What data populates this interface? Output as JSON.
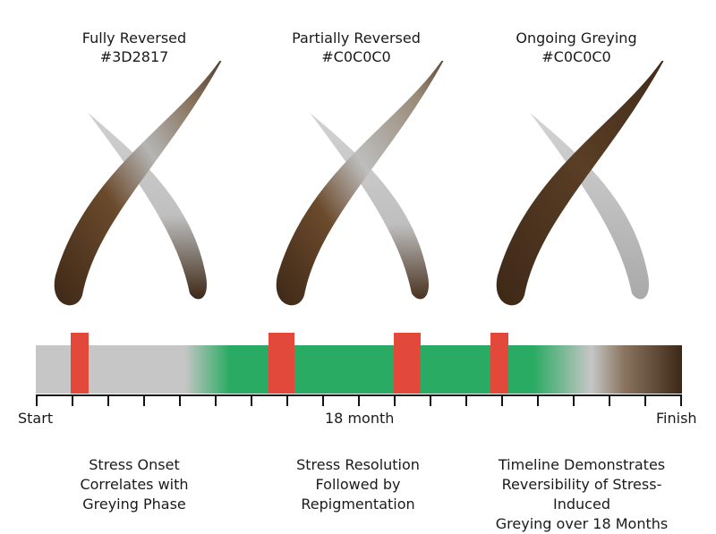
{
  "panels": [
    {
      "title": "Fully Reversed",
      "code": "#3D2817",
      "front": "brown-to-grey",
      "back": "grey-to-brown"
    },
    {
      "title": "Partially Reversed",
      "code": "#C0C0C0",
      "front": "brown-to-grey",
      "back": "grey-to-brown"
    },
    {
      "title": "Ongoing Greying",
      "code": "#C0C0C0",
      "front": "brown",
      "back": "grey"
    }
  ],
  "colors": {
    "brown": "#3D2817",
    "grey": "#C0C0C0",
    "green": "#2AAB63",
    "stress_marker": "#E2493A"
  },
  "timeline": {
    "start_label": "Start",
    "mid_label": "18 month",
    "end_label": "Finish",
    "stress_events": 4
  },
  "notes": [
    "Stress Onset\nCorrelates with\nGreying Phase",
    "Stress Resolution\nFollowed by\nRepigmentation",
    "Timeline Demonstrates\nReversibility of Stress-Induced\nGreying over 18 Months"
  ]
}
